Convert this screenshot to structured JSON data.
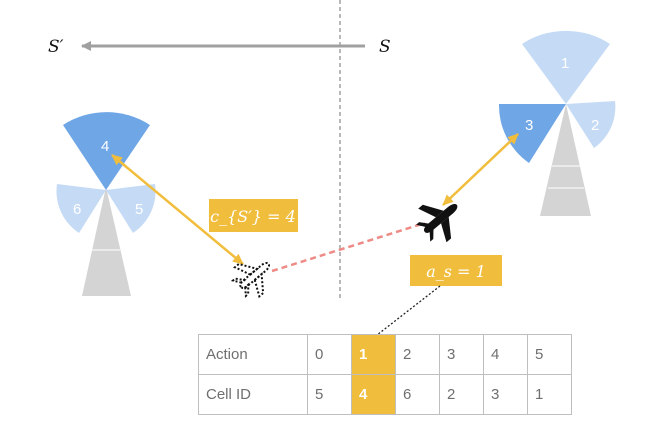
{
  "state_next_label": "S′",
  "state_label": "S",
  "cost_label": "c_{S′} = 4",
  "action_label": "a_s = 1",
  "left_tower": {
    "sectors": [
      "4",
      "6",
      "5"
    ]
  },
  "right_tower": {
    "sectors": [
      "1",
      "3",
      "2"
    ]
  },
  "table": {
    "rows": [
      {
        "header": "Action",
        "cells": [
          "0",
          "1",
          "2",
          "3",
          "4",
          "5"
        ]
      },
      {
        "header": "Cell ID",
        "cells": [
          "5",
          "4",
          "6",
          "2",
          "3",
          "1"
        ]
      }
    ],
    "highlight_column": 1
  },
  "colors": {
    "sector_dark": "#6fa6e6",
    "sector_light": "#c5dbf5",
    "tower": "#d4d4d4",
    "link": "#f1bd3c",
    "interference": "#ee8b86",
    "arrow": "#a0a0a0"
  }
}
